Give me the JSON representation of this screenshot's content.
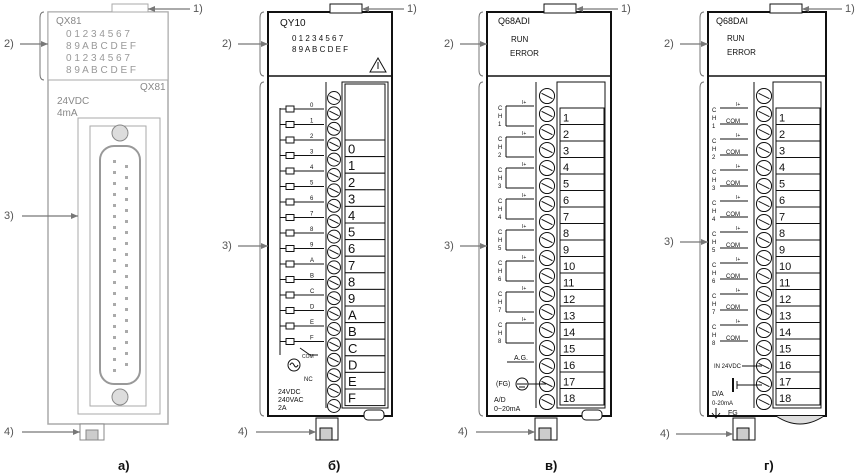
{
  "modules": [
    {
      "caption": "а)",
      "name_top": "QX81",
      "led_rows": [
        "0 1 2 3 4 5 6 7",
        "8 9 A B C D E F",
        "0 1 2 3 4 5 6 7",
        "8 9 A B C D E F"
      ],
      "name_bottom": "QX81",
      "rating": [
        "24VDC",
        "4mA"
      ]
    },
    {
      "caption": "б)",
      "name_top": "QY10",
      "led_rows": [
        "0 1 2 3 4 5 6 7",
        "8 9 A B C D E F"
      ],
      "terminal_labels": [
        "0",
        "1",
        "2",
        "3",
        "4",
        "5",
        "6",
        "7",
        "8",
        "9",
        "A",
        "B",
        "C",
        "D",
        "E",
        "F"
      ],
      "diagram_labels": [
        "0",
        "1",
        "2",
        "3",
        "4",
        "5",
        "6",
        "7",
        "8",
        "9",
        "A",
        "B",
        "C",
        "D",
        "E",
        "F"
      ],
      "com_label": "COM",
      "nc_label": "NC",
      "rating": [
        "24VDC",
        "240VAC",
        "2A"
      ]
    },
    {
      "caption": "в)",
      "name_top": "Q68ADI",
      "status": [
        "RUN",
        "ERROR"
      ],
      "terminal_labels": [
        "1",
        "2",
        "3",
        "4",
        "5",
        "6",
        "7",
        "8",
        "9",
        "10",
        "11",
        "12",
        "13",
        "14",
        "15",
        "16",
        "17",
        "18"
      ],
      "channel_labels": [
        "C H 1",
        "C H 2",
        "C H 3",
        "C H 4",
        "C H 5",
        "C H 6",
        "C H 7",
        "C H 8"
      ],
      "plus_label": "I+",
      "ag_label": "A.G.",
      "fg_label": "(FG)",
      "rating": [
        "A/D",
        "0~20mA"
      ]
    },
    {
      "caption": "г)",
      "name_top": "Q68DAI",
      "status": [
        "RUN",
        "ERROR"
      ],
      "terminal_labels": [
        "1",
        "2",
        "3",
        "4",
        "5",
        "6",
        "7",
        "8",
        "9",
        "10",
        "11",
        "12",
        "13",
        "14",
        "15",
        "16",
        "17",
        "18"
      ],
      "channel_labels": [
        "C H 1",
        "C H 2",
        "C H 3",
        "C H 4",
        "C H 5",
        "C H 6",
        "C H 7",
        "C H 8"
      ],
      "plus_label": "I+",
      "com_label": "COM",
      "supply_label": "IN 24VDC",
      "fg_label": "FG",
      "rating": [
        "D/A",
        "0-20mA"
      ]
    }
  ],
  "callouts": [
    "1)",
    "2)",
    "3)",
    "4)"
  ]
}
